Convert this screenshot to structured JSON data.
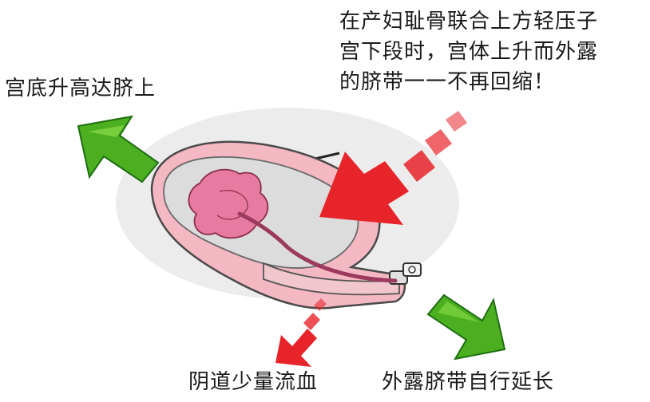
{
  "annotations": {
    "press_instruction": {
      "lines": [
        "在产妇耻骨联合上方轻压子",
        "宫下段时，宫体上升而外露",
        "的脐带一一不再回缩！"
      ]
    },
    "fundus_rises": "宫底升高达脐上",
    "vaginal_bleeding": "阴道少量流血",
    "cord_lengthens": "外露脐带自行延长"
  },
  "colors": {
    "red_arrow": "#e8242b",
    "green_arrow": "#4caf1f",
    "green_arrow_dark": "#1f6f12",
    "uterus_pink": "#f4b8c2",
    "placenta_pink": "#e77aa0",
    "background_ellipse": "#ececec",
    "outline": "#4a4a4a"
  },
  "icons": {
    "left_green_arrow": "arrow-up-left-icon",
    "right_green_arrow": "arrow-down-right-icon",
    "big_red_arrow": "arrow-down-left-icon",
    "small_red_arrow": "arrow-down-left-icon"
  }
}
